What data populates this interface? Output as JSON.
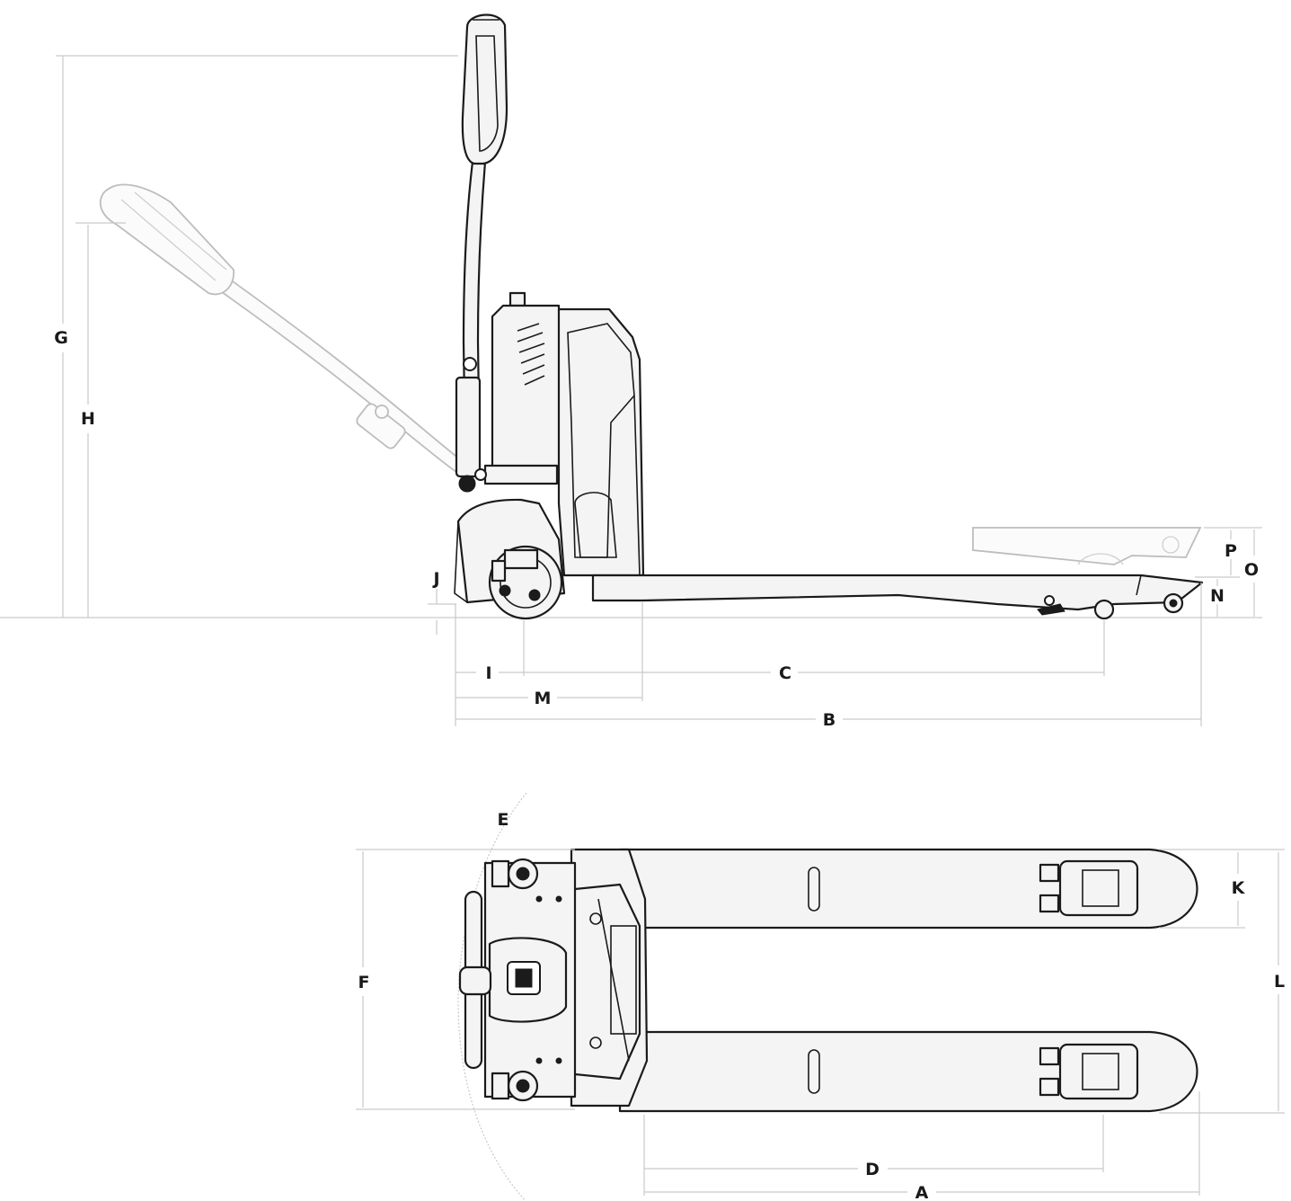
{
  "labels": {
    "A": "A",
    "B": "B",
    "C": "C",
    "D": "D",
    "E": "E",
    "F": "F",
    "G": "G",
    "H": "H",
    "I": "I",
    "J": "J",
    "K": "K",
    "L": "L",
    "M": "M",
    "N": "N",
    "O": "O",
    "P": "P"
  },
  "colors": {
    "ink": "#1b1b1b",
    "fill": "#f4f4f4",
    "dimension_line": "#c9c9c9",
    "ghost": "#bdbdbd"
  }
}
